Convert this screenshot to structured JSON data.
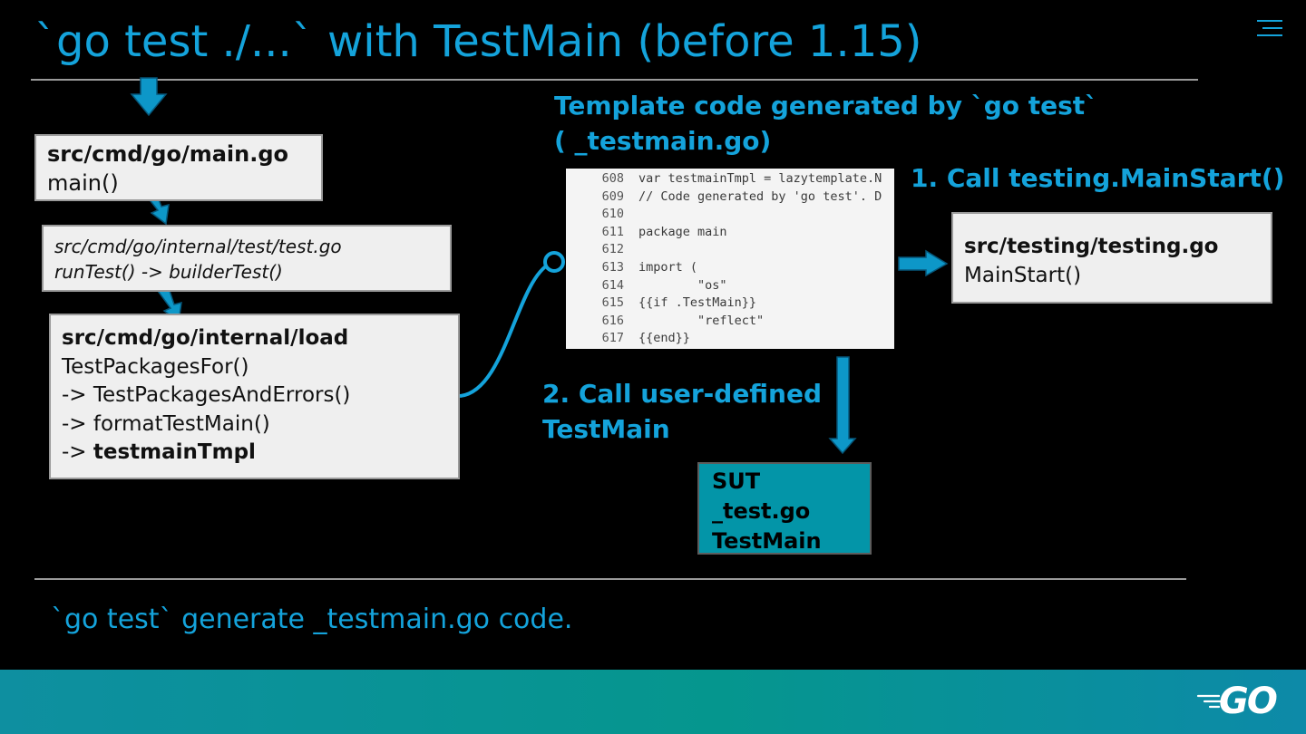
{
  "title": "`go test ./...` with TestMain (before 1.15)",
  "box_main": {
    "path": "src/cmd/go/main.go",
    "func": "main()"
  },
  "box_test": {
    "path": "src/cmd/go/internal/test/test.go",
    "func": "runTest() -> builderTest()"
  },
  "box_load": {
    "path": "src/cmd/go/internal/load",
    "line1": "TestPackagesFor()",
    "line2": "-> TestPackagesAndErrors()",
    "line3": "-> formatTestMain()",
    "line4_prefix": "-> ",
    "line4_bold": "testmainTmpl"
  },
  "template_heading": {
    "line1": "Template code generated by `go test`",
    "line2": "( _testmain.go)"
  },
  "code_lines": [
    {
      "num": "608",
      "text": "var testmainTmpl = lazytemplate.N"
    },
    {
      "num": "609",
      "text": "// Code generated by 'go test'. D"
    },
    {
      "num": "610",
      "text": ""
    },
    {
      "num": "611",
      "text": "package main"
    },
    {
      "num": "612",
      "text": ""
    },
    {
      "num": "613",
      "text": "import ("
    },
    {
      "num": "614",
      "text": "        \"os\""
    },
    {
      "num": "615",
      "text": "{{if .TestMain}}"
    },
    {
      "num": "616",
      "text": "        \"reflect\""
    },
    {
      "num": "617",
      "text": "{{end}}"
    }
  ],
  "step1": "1. Call testing.MainStart()",
  "box_testing": {
    "path": "src/testing/testing.go",
    "func": "MainStart()"
  },
  "step2": {
    "line1": "2. Call user-defined",
    "line2": "TestMain"
  },
  "sut": {
    "line1": "SUT",
    "line2": "_test.go",
    "line3": "TestMain"
  },
  "footer": "`go test` generate _testmain.go code.",
  "logo_text": "GO",
  "colors": {
    "accent": "#14a3db",
    "teal": "#0395a8",
    "box_bg": "#efefef",
    "background": "#000000"
  },
  "icons": {
    "menu": "hamburger-menu-icon",
    "logo": "go-logo"
  }
}
